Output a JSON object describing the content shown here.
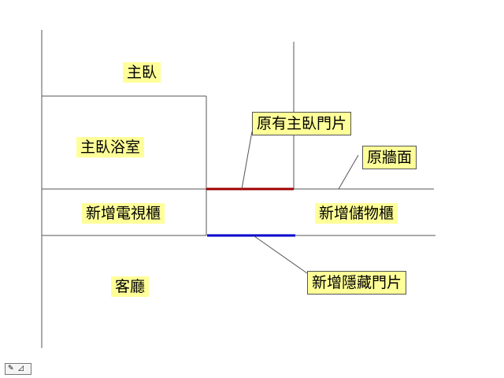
{
  "rooms": {
    "master_bedroom": "主臥",
    "master_bathroom": "主臥浴室",
    "new_tv_cabinet": "新增電視櫃",
    "new_storage_cabinet": "新增儲物櫃",
    "living_room": "客廳"
  },
  "callouts": {
    "original_door": "原有主臥門片",
    "original_wall": "原牆面",
    "new_hidden_door": "新增隱藏門片"
  },
  "colors": {
    "wall_line": "#555555",
    "original_door_line": "#a00000",
    "new_door_line": "#0000cc",
    "label_bg": "#ffff99"
  },
  "toolbar": {
    "pen_icon": "pen-icon",
    "arrow_icon": "arrow-icon"
  }
}
